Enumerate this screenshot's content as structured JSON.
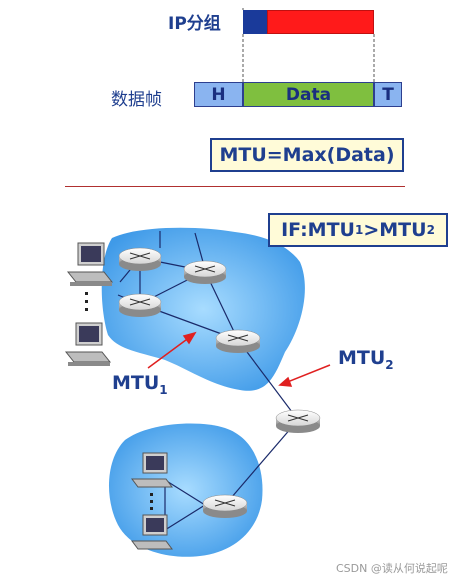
{
  "top": {
    "ip_label": "IP分组",
    "frame_label": "数据帧",
    "h_label": "H",
    "data_label": "Data",
    "t_label": "T",
    "mtu_formula": "MTU=Max(Data)"
  },
  "bottom": {
    "condition": "IF:MTU",
    "condition_sub1": "1",
    "condition_mid": ">MTU",
    "condition_sub2": "2",
    "mtu1": "MTU",
    "mtu1_sub": "1",
    "mtu2": "MTU",
    "mtu2_sub": "2"
  },
  "watermark": "CSDN @读从何说起呢",
  "colors": {
    "dark_blue": "#1f3f8f",
    "red": "#ff1a1a",
    "green": "#7fbf3f",
    "light_blue_cell": "#8ab4f0",
    "cloud_blue": "#4aa3ee",
    "divider": "#b03030",
    "box_fill": "#fffbd8"
  }
}
